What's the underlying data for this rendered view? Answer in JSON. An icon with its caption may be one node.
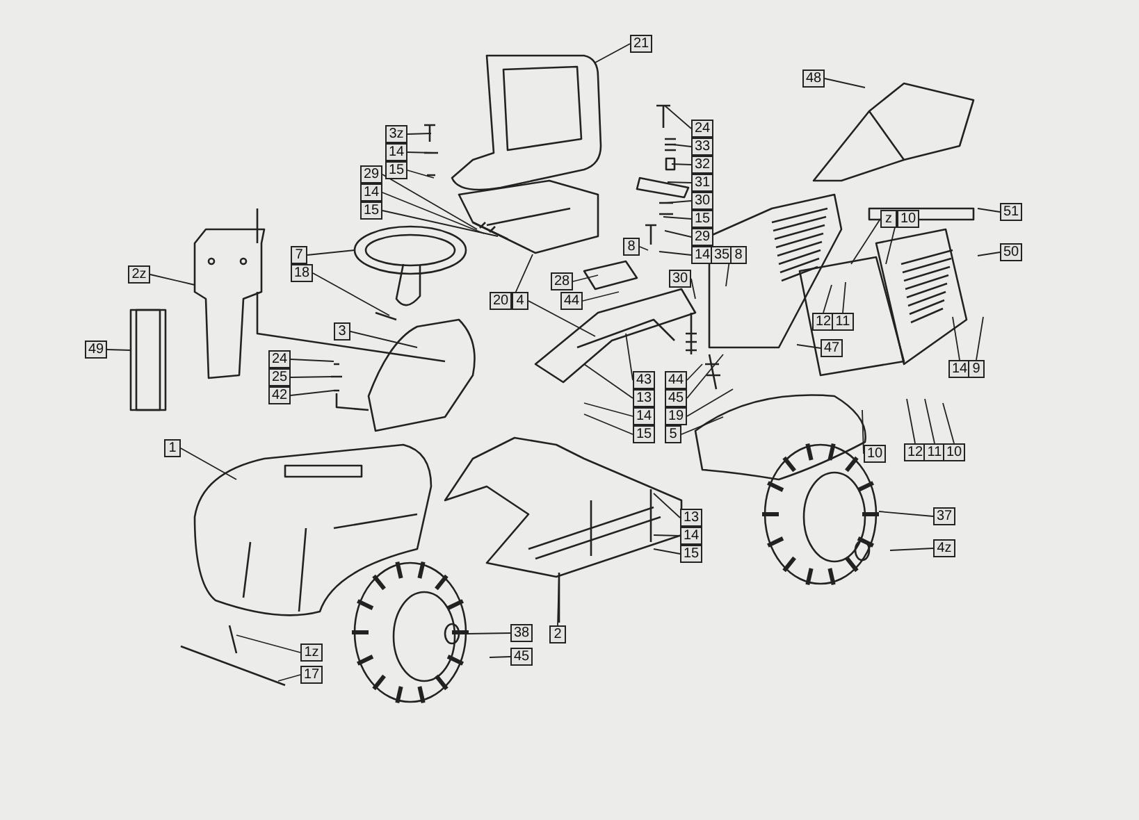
{
  "diagram": {
    "nodes": [
      {
        "text": [
          "21"
        ]
      },
      {
        "text": [
          "48"
        ]
      },
      {
        "text": [
          "3z"
        ]
      },
      {
        "text": [
          "14"
        ]
      },
      {
        "text": [
          "15"
        ]
      },
      {
        "text": [
          "24"
        ]
      },
      {
        "text": [
          "33"
        ]
      },
      {
        "text": [
          "32"
        ]
      },
      {
        "text": [
          "31"
        ]
      },
      {
        "text": [
          "30"
        ]
      },
      {
        "text": [
          "15"
        ]
      },
      {
        "text": [
          "29"
        ]
      },
      {
        "text": [
          "29"
        ]
      },
      {
        "text": [
          "14"
        ]
      },
      {
        "text": [
          "15"
        ]
      },
      {
        "text": [
          "z"
        ]
      },
      {
        "text": [
          "10"
        ]
      },
      {
        "text": [
          "51"
        ]
      },
      {
        "text": [
          "8"
        ]
      },
      {
        "text": [
          "14"
        ]
      },
      {
        "text": [
          "35"
        ]
      },
      {
        "text": [
          "8"
        ]
      },
      {
        "text": [
          "50"
        ]
      },
      {
        "text": [
          "7"
        ]
      },
      {
        "text": [
          "18"
        ]
      },
      {
        "text": [
          "2z"
        ]
      },
      {
        "text": [
          "28"
        ]
      },
      {
        "text": [
          "44"
        ]
      },
      {
        "text": [
          "30"
        ]
      },
      {
        "text": [
          "20"
        ]
      },
      {
        "text": [
          "4"
        ]
      },
      {
        "text": [
          "12"
        ]
      },
      {
        "text": [
          "11"
        ]
      },
      {
        "text": [
          "47"
        ]
      },
      {
        "text": [
          "49"
        ]
      },
      {
        "text": [
          "3"
        ]
      },
      {
        "text": [
          "24"
        ]
      },
      {
        "text": [
          "25"
        ]
      },
      {
        "text": [
          "42"
        ]
      },
      {
        "text": [
          "14"
        ]
      },
      {
        "text": [
          "9"
        ]
      },
      {
        "text": [
          "43"
        ]
      },
      {
        "text": [
          "13"
        ]
      },
      {
        "text": [
          "14"
        ]
      },
      {
        "text": [
          "15"
        ]
      },
      {
        "text": [
          "44"
        ]
      },
      {
        "text": [
          "45"
        ]
      },
      {
        "text": [
          "19"
        ]
      },
      {
        "text": [
          "5"
        ]
      },
      {
        "text": [
          "1"
        ]
      },
      {
        "text": [
          "10"
        ]
      },
      {
        "text": [
          "12"
        ]
      },
      {
        "text": [
          "11"
        ]
      },
      {
        "text": [
          "10"
        ]
      },
      {
        "text": [
          "37"
        ]
      },
      {
        "text": [
          "4z"
        ]
      },
      {
        "text": [
          "13"
        ]
      },
      {
        "text": [
          "14"
        ]
      },
      {
        "text": [
          "15"
        ]
      },
      {
        "text": [
          "2"
        ]
      },
      {
        "text": [
          "38"
        ]
      },
      {
        "text": [
          "45"
        ]
      },
      {
        "text": [
          "1z"
        ]
      },
      {
        "text": [
          "17"
        ]
      }
    ],
    "edges": [
      {
        "from": 0,
        "to": null,
        "arrow": "none"
      },
      {
        "from": 1,
        "to": null,
        "arrow": "none"
      },
      {
        "from": 2,
        "to": null,
        "arrow": "none"
      },
      {
        "from": 3,
        "to": null,
        "arrow": "none"
      },
      {
        "from": 4,
        "to": null,
        "arrow": "none"
      },
      {
        "from": 5,
        "to": null,
        "arrow": "none"
      },
      {
        "from": 6,
        "to": null,
        "arrow": "none"
      },
      {
        "from": 7,
        "to": null,
        "arrow": "none"
      },
      {
        "from": 8,
        "to": null,
        "arrow": "none"
      },
      {
        "from": 9,
        "to": null,
        "arrow": "none"
      },
      {
        "from": 10,
        "to": null,
        "arrow": "none"
      },
      {
        "from": 11,
        "to": null,
        "arrow": "none"
      },
      {
        "from": 12,
        "to": null,
        "arrow": "none"
      },
      {
        "from": 13,
        "to": null,
        "arrow": "none"
      },
      {
        "from": 14,
        "to": null,
        "arrow": "none"
      },
      {
        "from": 15,
        "to": null,
        "arrow": "none"
      },
      {
        "from": 16,
        "to": null,
        "arrow": "none"
      },
      {
        "from": 17,
        "to": null,
        "arrow": "none"
      },
      {
        "from": 18,
        "to": null,
        "arrow": "none"
      },
      {
        "from": 19,
        "to": null,
        "arrow": "none"
      },
      {
        "from": 21,
        "to": null,
        "arrow": "none"
      },
      {
        "from": 22,
        "to": null,
        "arrow": "none"
      },
      {
        "from": 23,
        "to": null,
        "arrow": "none"
      },
      {
        "from": 24,
        "to": null,
        "arrow": "none"
      },
      {
        "from": 25,
        "to": null,
        "arrow": "none"
      },
      {
        "from": 26,
        "to": null,
        "arrow": "none"
      },
      {
        "from": 27,
        "to": null,
        "arrow": "none"
      },
      {
        "from": 28,
        "to": null,
        "arrow": "none"
      },
      {
        "from": 29,
        "to": null,
        "arrow": "none"
      },
      {
        "from": 30,
        "to": null,
        "arrow": "none"
      },
      {
        "from": 31,
        "to": null,
        "arrow": "none"
      },
      {
        "from": 32,
        "to": null,
        "arrow": "none"
      },
      {
        "from": 33,
        "to": null,
        "arrow": "none"
      },
      {
        "from": 34,
        "to": null,
        "arrow": "none"
      },
      {
        "from": 35,
        "to": null,
        "arrow": "none"
      },
      {
        "from": 36,
        "to": null,
        "arrow": "none"
      },
      {
        "from": 37,
        "to": null,
        "arrow": "none"
      },
      {
        "from": 38,
        "to": null,
        "arrow": "none"
      },
      {
        "from": 39,
        "to": null,
        "arrow": "none"
      },
      {
        "from": 40,
        "to": null,
        "arrow": "none"
      },
      {
        "from": 41,
        "to": null,
        "arrow": "none"
      },
      {
        "from": 42,
        "to": null,
        "arrow": "none"
      },
      {
        "from": 43,
        "to": null,
        "arrow": "none"
      },
      {
        "from": 44,
        "to": null,
        "arrow": "none"
      },
      {
        "from": 45,
        "to": null,
        "arrow": "none"
      },
      {
        "from": 46,
        "to": null,
        "arrow": "none"
      },
      {
        "from": 47,
        "to": null,
        "arrow": "none"
      },
      {
        "from": 48,
        "to": null,
        "arrow": "none"
      },
      {
        "from": 49,
        "to": null,
        "arrow": "none"
      },
      {
        "from": 50,
        "to": null,
        "arrow": "none"
      },
      {
        "from": 51,
        "to": null,
        "arrow": "none"
      },
      {
        "from": 52,
        "to": null,
        "arrow": "none"
      },
      {
        "from": 53,
        "to": null,
        "arrow": "none"
      },
      {
        "from": 54,
        "to": null,
        "arrow": "none"
      },
      {
        "from": 55,
        "to": null,
        "arrow": "none"
      },
      {
        "from": 56,
        "to": null,
        "arrow": "none"
      },
      {
        "from": 57,
        "to": null,
        "arrow": "none"
      },
      {
        "from": 58,
        "to": null,
        "arrow": "none"
      },
      {
        "from": 59,
        "to": null,
        "arrow": "none"
      },
      {
        "from": 60,
        "to": null,
        "arrow": "none"
      },
      {
        "from": 61,
        "to": null,
        "arrow": "none"
      },
      {
        "from": 62,
        "to": null,
        "arrow": "none"
      },
      {
        "from": 63,
        "to": null,
        "arrow": "none"
      }
    ]
  }
}
